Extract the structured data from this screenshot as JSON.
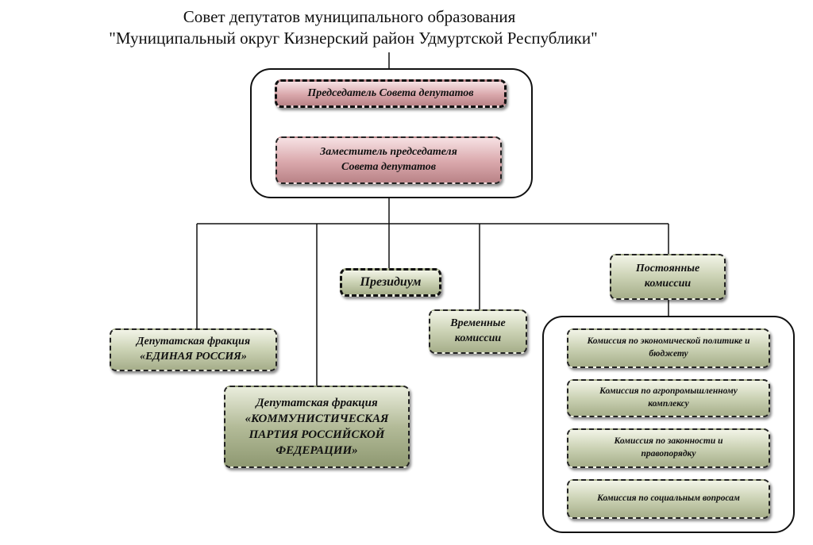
{
  "header": {
    "line1": "Совет  депутатов муниципального образования",
    "line2": "\"Муниципальный округ Кизнерский район Удмуртской Республики\""
  },
  "nodes": {
    "chairman": "Председатель Совета депутатов",
    "deputy_chairman": "Заместитель председателя Совета депутатов",
    "presidium": "Президиум",
    "permanent_commissions": "Постоянные комиссии",
    "temporary_commissions": "Временные комиссии",
    "faction_er": "Депутатская фракция «ЕДИНАЯ РОССИЯ»",
    "faction_kprf": "Депутатская фракция «КОММУНИСТИЧЕСКАЯ ПАРТИЯ РОССИЙСКОЙ ФЕДЕРАЦИИ»"
  },
  "commissions": [
    "Комиссия по экономической политике и бюджету",
    "Комиссия по агропромышленному комплексу",
    "Комиссия по законности и правопорядку",
    "Комиссия по социальным вопросам"
  ],
  "colors": {
    "leadership_fill": "#d9a7ab",
    "body_fill": "#cbd2b4",
    "line": "#111111"
  }
}
